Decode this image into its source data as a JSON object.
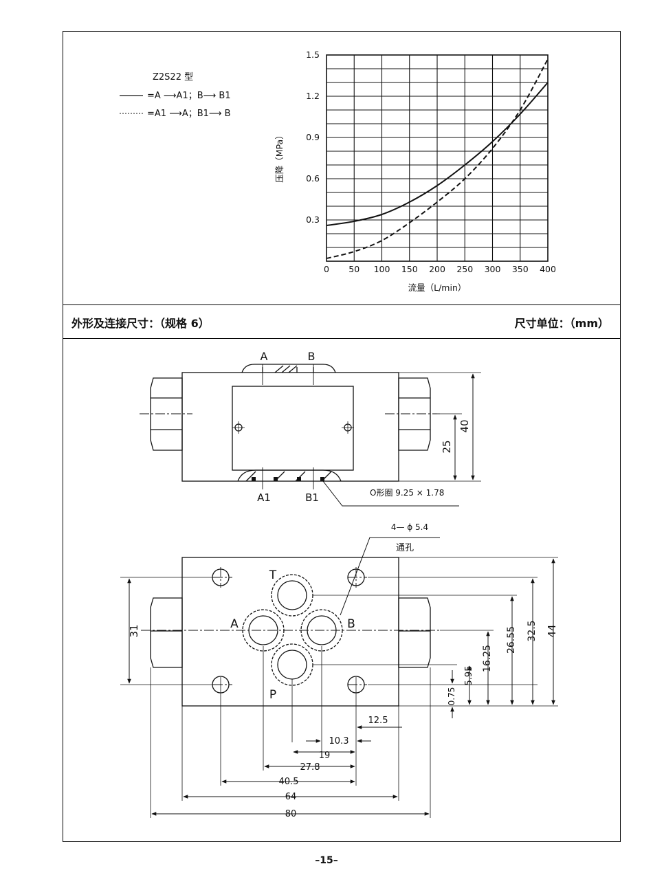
{
  "legend": {
    "model": "Z2S22 型",
    "solid_label": "=A ⟶A1；B⟶ B1",
    "dashed_label": "=A1 ⟶A；B1⟶ B"
  },
  "chart_data": {
    "type": "line",
    "title": "",
    "xlabel": "流量（L/min）",
    "ylabel": "压降（MPa）",
    "x_ticks": [
      "0",
      "50",
      "100",
      "150",
      "200",
      "250",
      "300",
      "350",
      "400"
    ],
    "y_ticks": [
      "0.3",
      "0.6",
      "0.9",
      "1.2",
      "1.5"
    ],
    "xlim": [
      0,
      400
    ],
    "ylim": [
      0,
      1.5
    ],
    "grid": true,
    "series": [
      {
        "name": "A→A1；B→B1",
        "style": "solid",
        "x": [
          0,
          50,
          100,
          150,
          200,
          250,
          300,
          350,
          400
        ],
        "y": [
          0.26,
          0.29,
          0.34,
          0.43,
          0.55,
          0.7,
          0.87,
          1.07,
          1.3
        ]
      },
      {
        "name": "A1→A；B1→B",
        "style": "dashed",
        "x": [
          0,
          50,
          100,
          150,
          200,
          250,
          300,
          350,
          400
        ],
        "y": [
          0.02,
          0.07,
          0.15,
          0.28,
          0.43,
          0.6,
          0.82,
          1.1,
          1.47
        ]
      }
    ]
  },
  "section": {
    "title_left": "外形及连接尺寸：（规格 6）",
    "title_right": "尺寸单位：（mm）"
  },
  "drawing_top": {
    "port_a": "A",
    "port_b": "B",
    "port_a1": "A1",
    "port_b1": "B1",
    "oring_label": "O形圈  9.25 × 1.78",
    "dim_40": "40",
    "dim_25": "25"
  },
  "drawing_bottom": {
    "hole_label": "4— ϕ  5.4",
    "hole_label2": "通孔",
    "port_t": "T",
    "port_a": "A",
    "port_b": "B",
    "port_p": "P",
    "dim_31": "31",
    "dim_44": "44",
    "dim_32_5": "32.5",
    "dim_26_55": "26.55",
    "dim_16_25": "16.25",
    "dim_5_95": "5.95",
    "dim_0_75": "0.75",
    "dim_12_5": "12.5",
    "dim_10_3": "10.3",
    "dim_19": "19",
    "dim_27_8": "27.8",
    "dim_40_5": "40.5",
    "dim_64": "64",
    "dim_80": "80"
  },
  "page": {
    "number": "–15–"
  }
}
